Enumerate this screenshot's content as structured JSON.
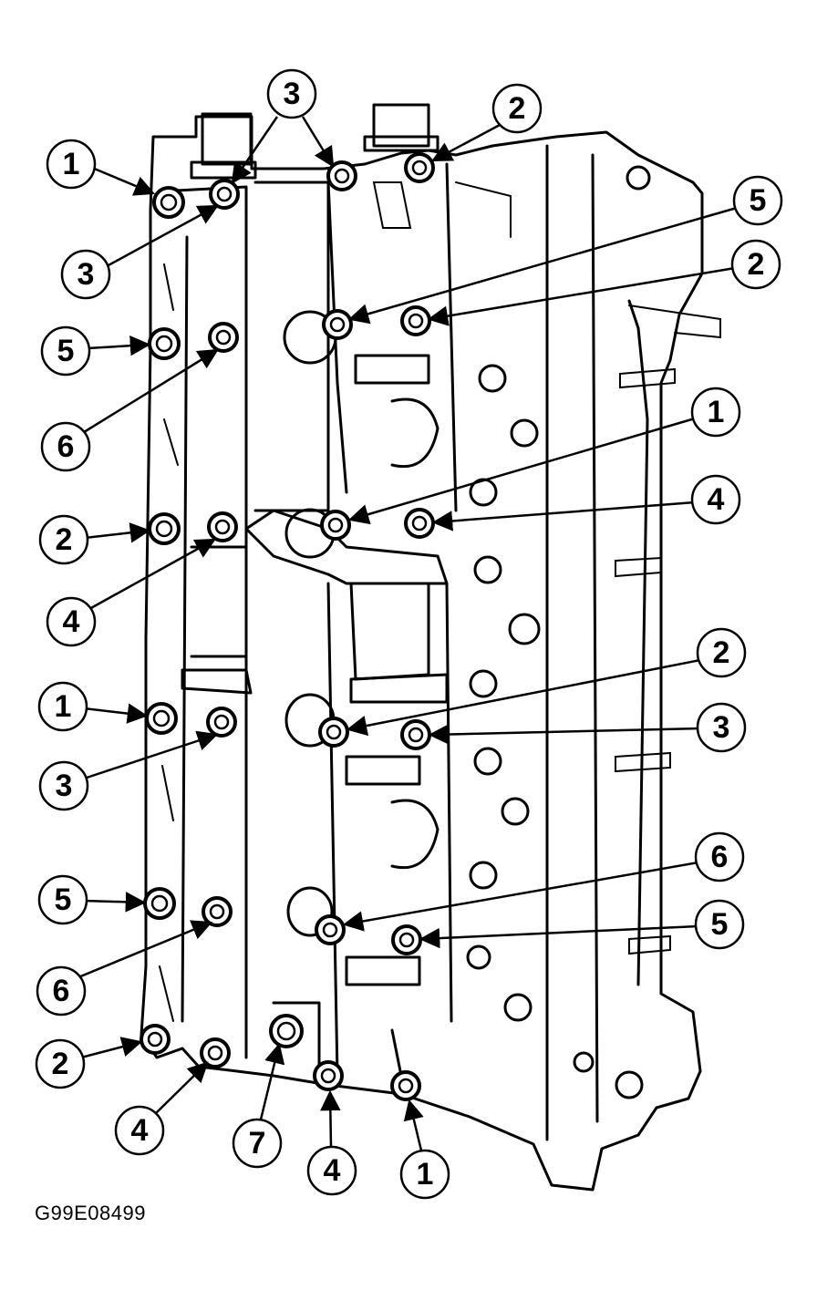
{
  "figure_code": "G99E08499",
  "callouts": [
    "1",
    "3",
    "3",
    "2",
    "3",
    "5",
    "2",
    "5",
    "6",
    "1",
    "2",
    "4",
    "4",
    "1",
    "2",
    "3",
    "3",
    "6",
    "5",
    "5",
    "6",
    "2",
    "4",
    "7",
    "4",
    "1"
  ]
}
